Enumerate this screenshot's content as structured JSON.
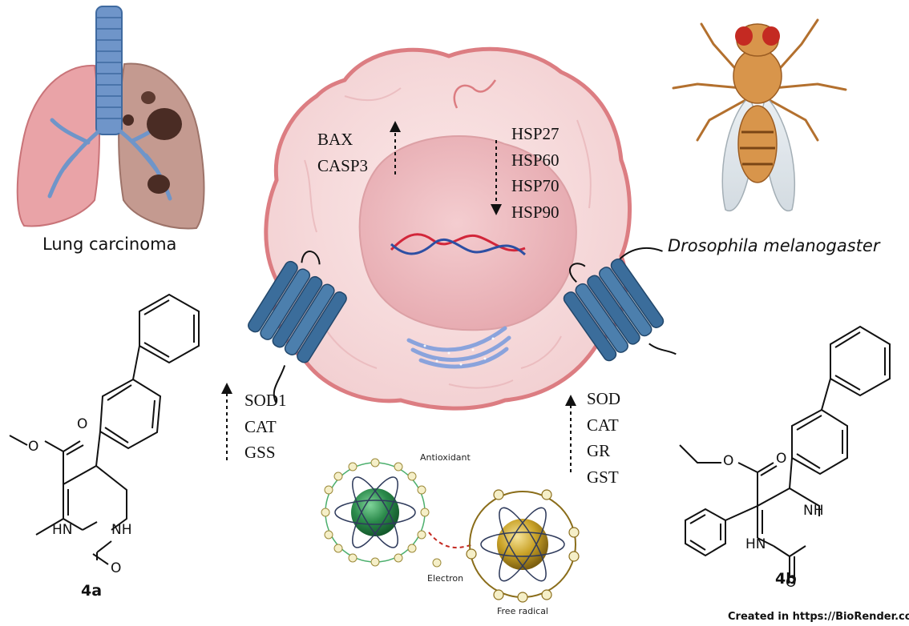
{
  "labels": {
    "lung": "Lung carcinoma",
    "fly": "Drosophila melanogaster",
    "compound_a": "4a",
    "compound_b": "4b",
    "antioxidant": "Antioxidant",
    "electron": "Electron",
    "free_radical": "Free radical",
    "credit": "Created in  https://BioRender.com"
  },
  "up_markers_apoptosis": [
    "BAX",
    "CASP3"
  ],
  "down_markers_hsp": [
    "HSP27",
    "HSP60",
    "HSP70",
    "HSP90"
  ],
  "up_markers_left": [
    "SOD1",
    "CAT",
    "GSS"
  ],
  "up_markers_right": [
    "SOD",
    "CAT",
    "GR",
    "GST"
  ],
  "atoms_4a": [
    "O",
    "O",
    "NH",
    "HN",
    "O"
  ],
  "atoms_4b": [
    "O",
    "O",
    "NH",
    "HN",
    "O"
  ],
  "colors": {
    "cell_fill": "#f6d7d8",
    "cell_stroke": "#dc7d82",
    "nucleus": "#eebec2",
    "receptor": "#3b6d9b",
    "antioxidant_core": "#2b8a4b",
    "radical_core": "#c9a227",
    "dna_red": "#d2263a",
    "dna_blue": "#2d4fa3"
  }
}
